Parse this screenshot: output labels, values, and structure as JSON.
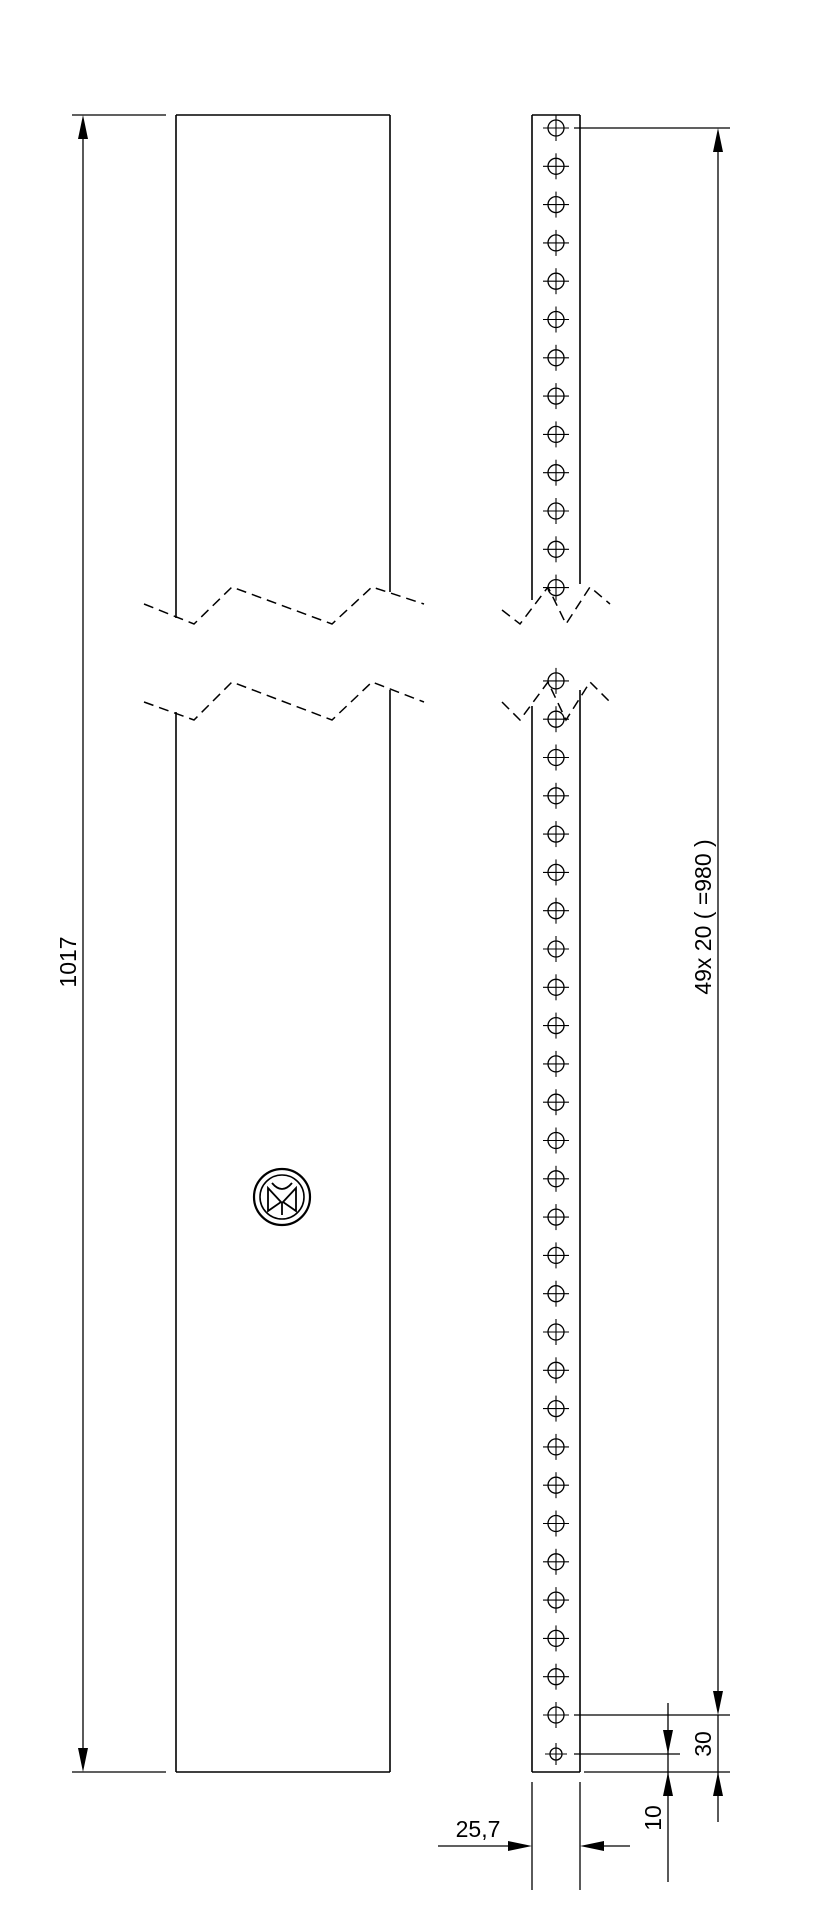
{
  "drawing": {
    "dimensions": {
      "overall_height": "1017",
      "hole_pitch": "49x 20 ( =980 )",
      "rail_width": "25,7",
      "first_hole_offset": "10",
      "second_hole_offset": "30"
    },
    "holes": {
      "upper_segment_count": 13,
      "lower_segment_count": 28,
      "bottom_small_count": 1
    },
    "logo": {
      "icon": "manufacturer-logo-icon"
    }
  }
}
